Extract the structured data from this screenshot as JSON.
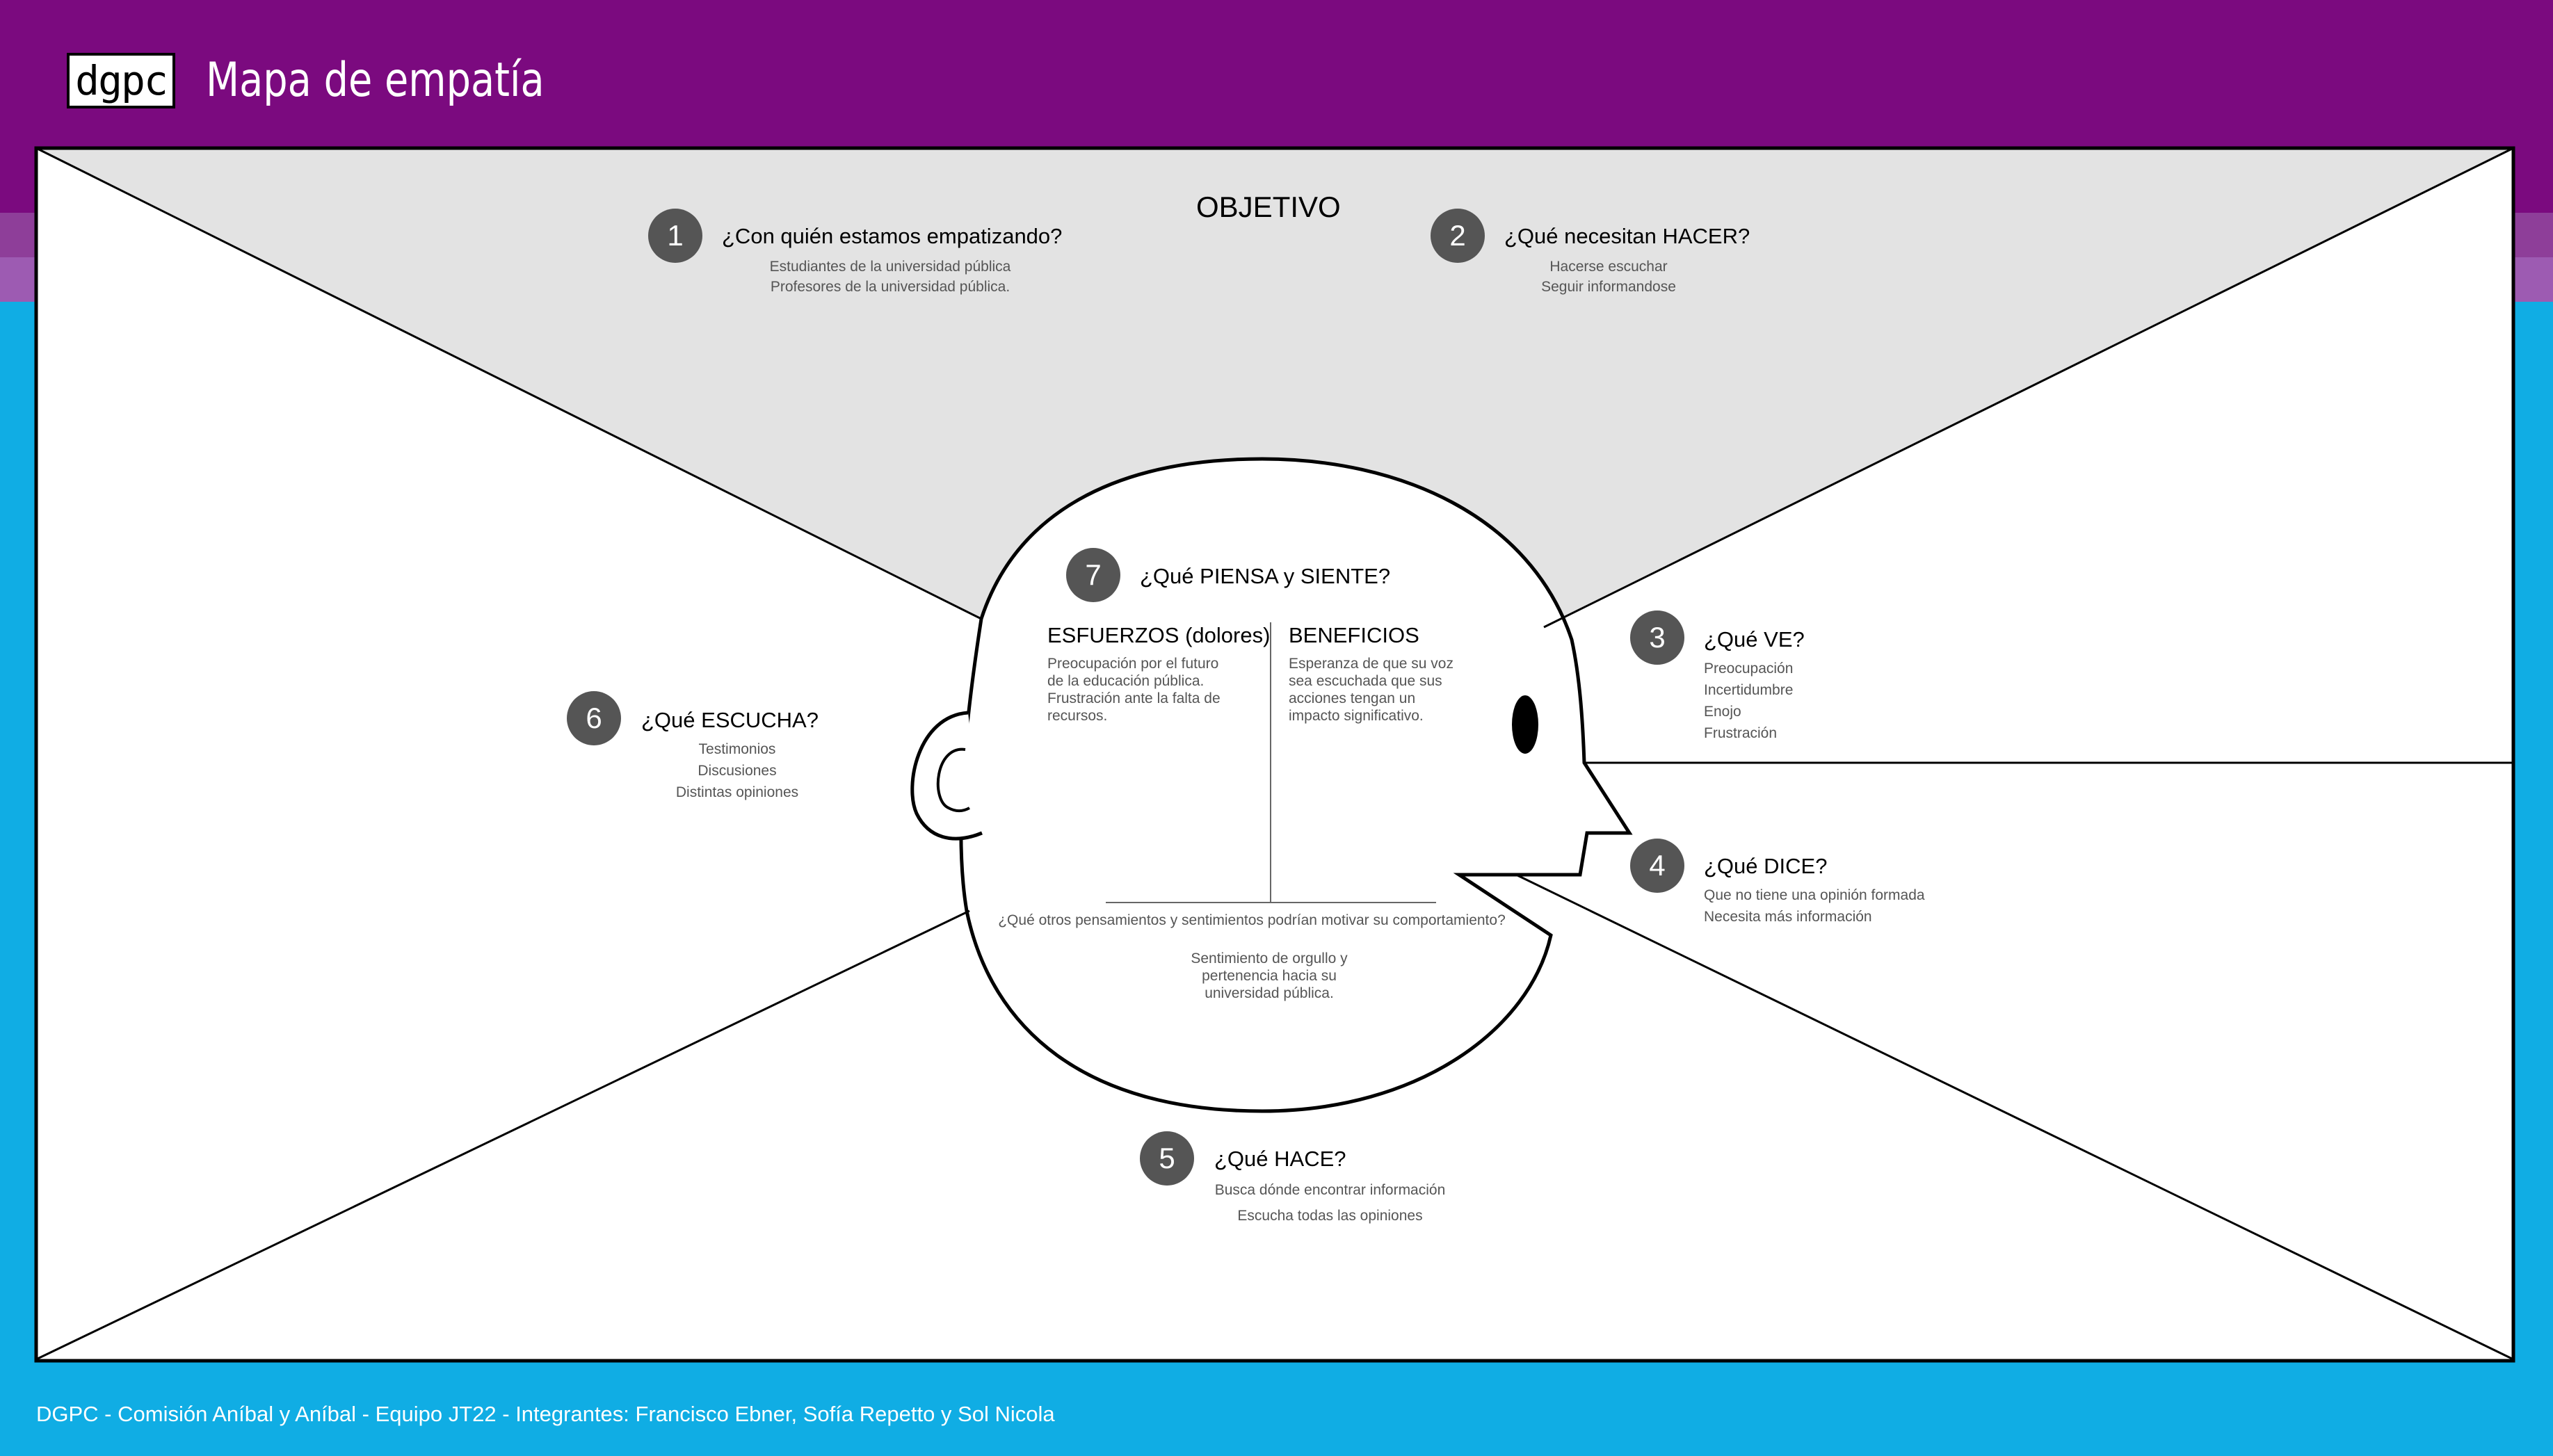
{
  "header": {
    "logo_text": "dgpc",
    "title": "Mapa de empatía"
  },
  "objective_label": "OBJETIVO",
  "sections": [
    {
      "number": "1",
      "title": "¿Con quién estamos empatizando?",
      "items": [
        "Estudiantes de la universidad pública",
        "Profesores de la universidad pública."
      ]
    },
    {
      "number": "2",
      "title": "¿Qué necesitan HACER?",
      "items": [
        "Hacerse escuchar",
        "Seguir informandose"
      ]
    },
    {
      "number": "3",
      "title": "¿Qué VE?",
      "items": [
        "Preocupación",
        "Incertidumbre",
        "Enojo",
        "Frustración"
      ]
    },
    {
      "number": "4",
      "title": "¿Qué DICE?",
      "items": [
        "Que no tiene una opinión formada",
        "Necesita más información"
      ]
    },
    {
      "number": "5",
      "title": "¿Qué HACE?",
      "items": [
        "Busca dónde encontrar información",
        "Escucha todas las opiniones"
      ]
    },
    {
      "number": "6",
      "title": "¿Qué ESCUCHA?",
      "items": [
        "Testimonios",
        "Discusiones",
        "Distintas opiniones"
      ]
    },
    {
      "number": "7",
      "title": "¿Qué PIENSA y SIENTE?",
      "items": []
    }
  ],
  "think_feel": {
    "pains_title": "ESFUERZOS (dolores)",
    "pains_lines": [
      "Preocupación por el futuro",
      "de la educación pública.",
      "Frustración ante la falta de",
      "recursos."
    ],
    "gains_title": "BENEFICIOS",
    "gains_lines": [
      "Esperanza de que su voz",
      "sea escuchada que sus",
      "acciones tengan un",
      "impacto significativo."
    ],
    "other_question": "¿Qué otros pensamientos y sentimientos podrían motivar su comportamiento?",
    "other_lines": [
      "Sentimiento de orgullo y",
      "pertenencia hacia su",
      "universidad pública."
    ]
  },
  "footer": "DGPC -  Comisión Aníbal y Aníbal - Equipo JT22 - Integrantes: Francisco Ebner, Sofía Repetto y Sol Nicola",
  "colors": {
    "header_bg": "#7B0A7F",
    "page_bg": "#10ADE4",
    "objective_bg": "#E3E3E3",
    "badge_bg": "#555555"
  }
}
